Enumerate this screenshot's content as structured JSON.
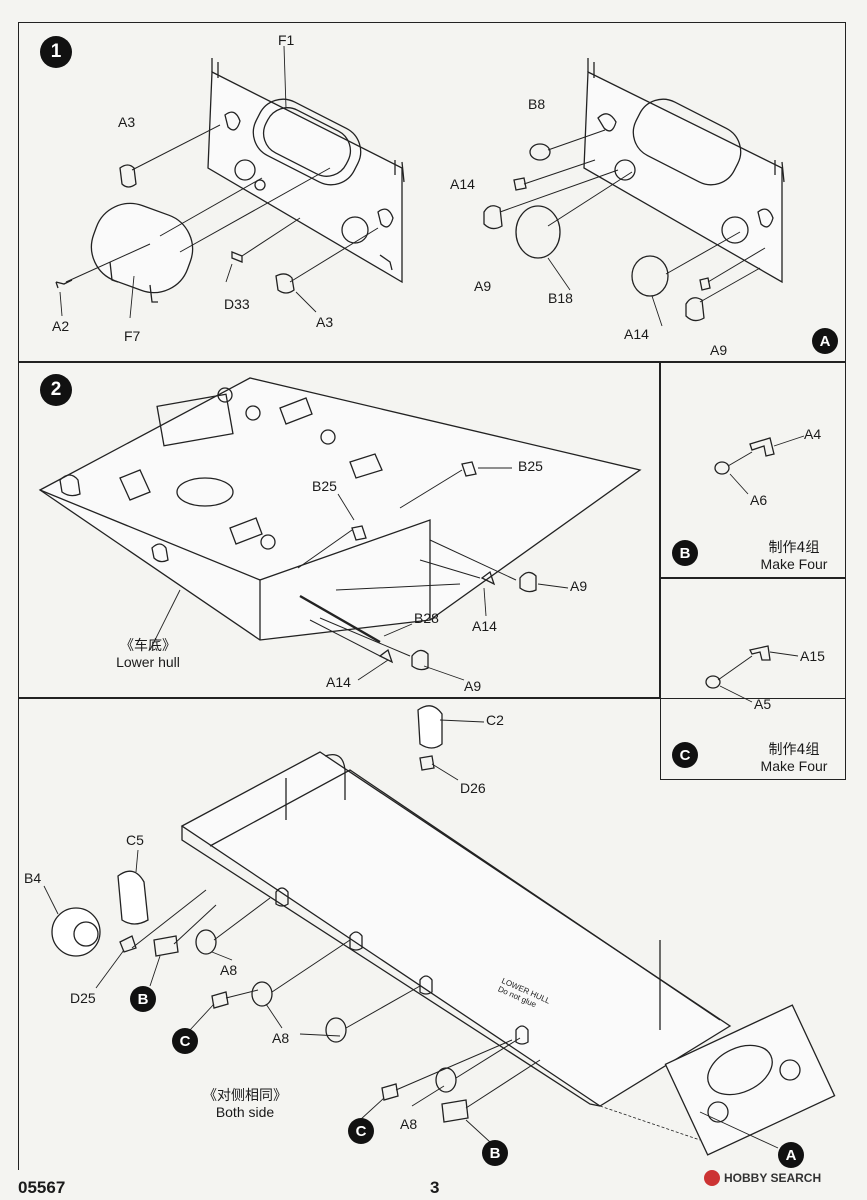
{
  "steps": {
    "s1": "1",
    "s2": "2"
  },
  "sub_markers": {
    "A": "A",
    "B": "B",
    "C": "C"
  },
  "step1_left": {
    "F1": "F1",
    "A3_top": "A3",
    "F7": "F7",
    "A2": "A2",
    "D33": "D33",
    "A3_bottom": "A3"
  },
  "step1_right": {
    "B8": "B8",
    "A14_top": "A14",
    "A9_left": "A9",
    "B18": "B18",
    "A14_bottom": "A14",
    "A9_right": "A9"
  },
  "step2": {
    "B25_top": "B25",
    "B25_mid": "B25",
    "A9_top": "A9",
    "B28": "B28",
    "A14_mid": "A14",
    "A14_bottom": "A14",
    "A9_bottom": "A9",
    "lower_hull_cn": "《车底》",
    "lower_hull_en": "Lower hull"
  },
  "sub_b": {
    "A4": "A4",
    "A6": "A6",
    "note_cn": "制作4组",
    "note_en": "Make Four"
  },
  "sub_c": {
    "A15": "A15",
    "A5": "A5",
    "note_cn": "制作4组",
    "note_en": "Make Four"
  },
  "step3": {
    "C2": "C2",
    "D26": "D26",
    "C5": "C5",
    "B4": "B4",
    "D25": "D25",
    "A8_1": "A8",
    "A8_2": "A8",
    "A8_3": "A8",
    "hull_stamp_1": "LOWER HULL",
    "hull_stamp_2": "Do not glue",
    "both_cn": "《对侧相同》",
    "both_en": "Both side"
  },
  "footer": {
    "code": "05567",
    "page": "3",
    "watermark": "HOBBY SEARCH"
  }
}
